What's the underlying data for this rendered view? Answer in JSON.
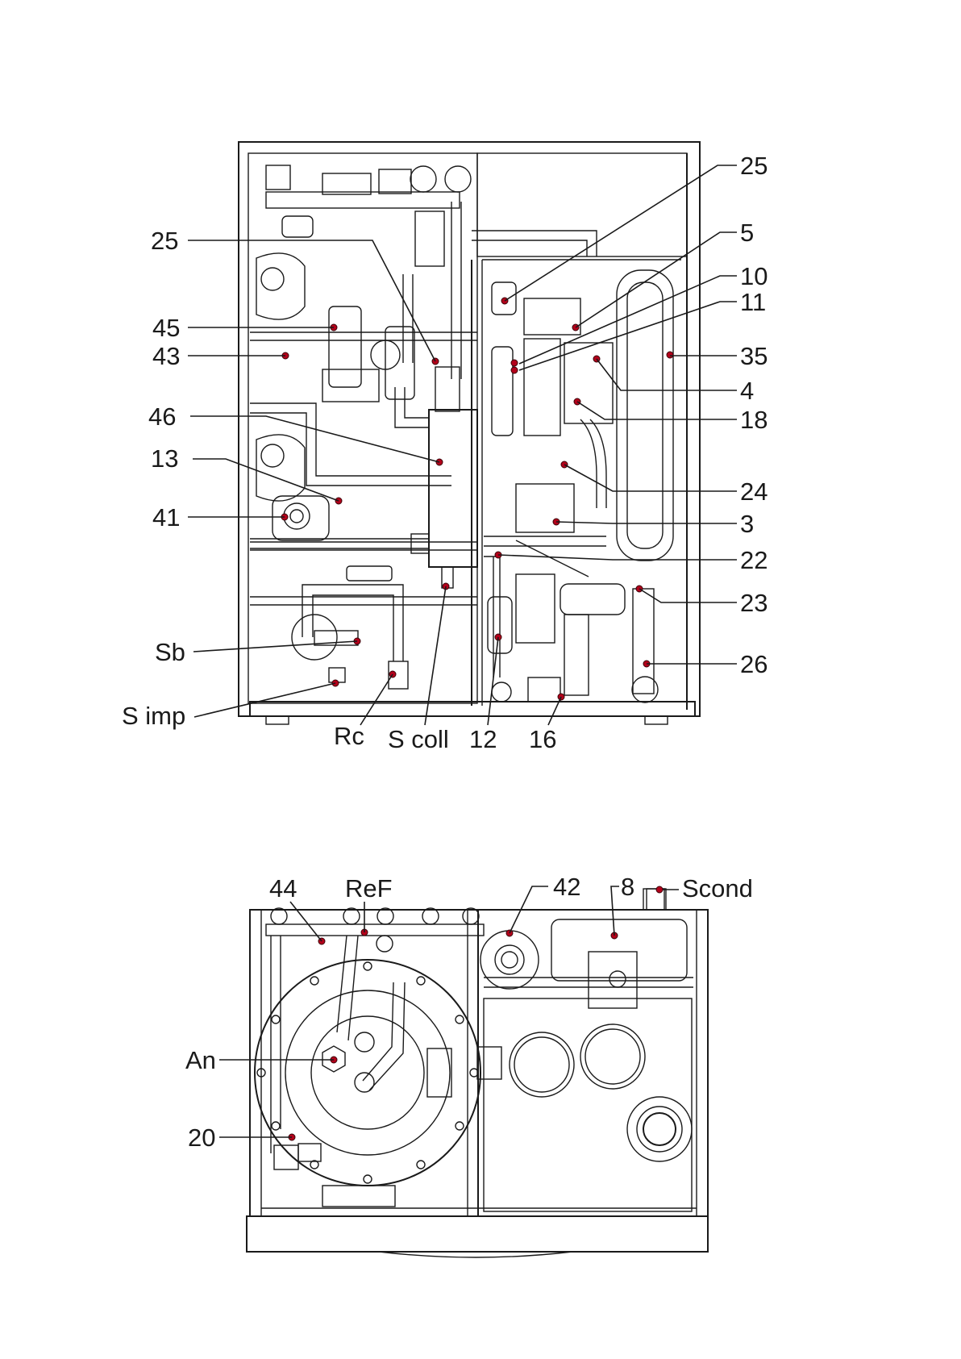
{
  "diagrams": [
    {
      "view": "front",
      "labels": [
        "25",
        "5",
        "10",
        "11",
        "35",
        "4",
        "18",
        "24",
        "3",
        "22",
        "23",
        "26",
        "16",
        "12",
        "S coll",
        "Rc",
        "S imp",
        "Sb",
        "41",
        "13",
        "46",
        "43",
        "45",
        "25"
      ]
    },
    {
      "view": "top",
      "labels": [
        "44",
        "ReF",
        "42",
        "8",
        "Scond",
        "An",
        "20"
      ]
    }
  ],
  "colors": {
    "line": "#1a1a1a",
    "marker": "#b3001b",
    "background": "#ffffff"
  }
}
